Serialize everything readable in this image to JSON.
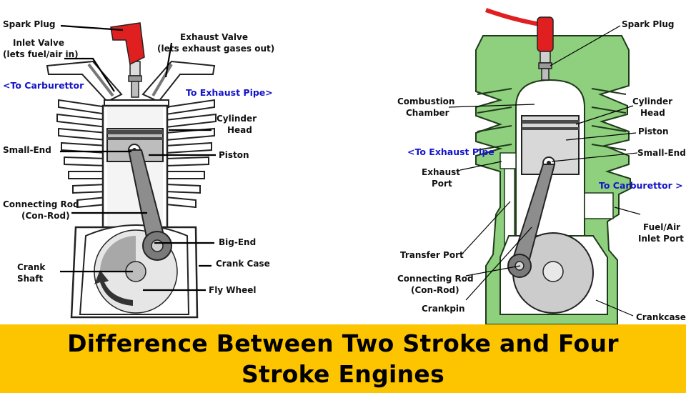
{
  "left_engine": {
    "labels": {
      "spark_plug": "Spark Plug",
      "inlet_valve_1": "Inlet Valve",
      "inlet_valve_2": "(lets fuel/air in)",
      "exhaust_valve_1": "Exhaust Valve",
      "exhaust_valve_2": "(lets exhaust gases out)",
      "to_carburettor": "<To Carburettor",
      "to_exhaust_pipe": "To Exhaust Pipe>",
      "cylinder_head_1": "Cylinder",
      "cylinder_head_2": "Head",
      "small_end": "Small-End",
      "piston": "Piston",
      "connecting_rod_1": "Connecting Rod",
      "connecting_rod_2": "(Con-Rod)",
      "big_end": "Big-End",
      "crank_case": "Crank Case",
      "crank_shaft_1": "Crank",
      "crank_shaft_2": "Shaft",
      "fly_wheel": "Fly Wheel"
    }
  },
  "right_engine": {
    "labels": {
      "spark_plug": "Spark Plug",
      "combustion_chamber_1": "Combustion",
      "combustion_chamber_2": "Chamber",
      "cylinder_head_1": "Cylinder",
      "cylinder_head_2": "Head",
      "piston": "Piston",
      "small_end": "Small-End",
      "to_exhaust_pipe": "<To Exhaust Pipe",
      "exhaust_port_1": "Exhaust",
      "exhaust_port_2": "Port",
      "to_carburettor": "To Carburettor >",
      "fuel_air_inlet_port_1": "Fuel/Air",
      "fuel_air_inlet_port_2": "Inlet Port",
      "transfer_port": "Transfer Port",
      "connecting_rod_1": "Connecting Rod",
      "connecting_rod_2": "(Con-Rod)",
      "crankpin": "Crankpin",
      "crankcase": "Crankcase"
    }
  },
  "banner": {
    "line1": "Difference Between Two Stroke and Four",
    "line2": "Stroke Engines"
  },
  "colors": {
    "spark_plug_cap": "#e02020",
    "two_stroke_body": "#8ed07e",
    "banner_bg": "#fdc400",
    "direction_text": "#1414c8",
    "metal_grey": "#b9b9b9",
    "piston_dark": "#4a4a4a"
  }
}
